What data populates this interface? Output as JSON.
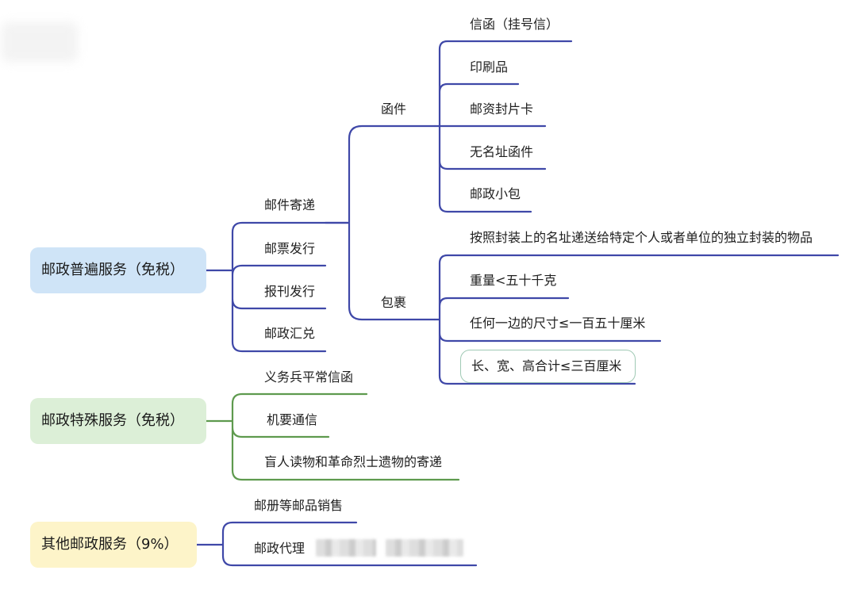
{
  "roots": {
    "universal": "邮政普遍服务（免税）",
    "special": "邮政特殊服务（免税）",
    "other": "其他邮政服务（9%）"
  },
  "universal": {
    "mail_delivery": "邮件寄递",
    "stamps": "邮票发行",
    "periodicals": "报刊发行",
    "remittance": "邮政汇兑",
    "letters": "函件",
    "parcels": "包裹",
    "letter_items": [
      "信函（挂号信）",
      "印刷品",
      "邮资封片卡",
      "无名址函件",
      "邮政小包"
    ],
    "parcel_items": [
      "按照封装上的名址递送给特定个人或者单位的独立封装的物品",
      "重量<五十千克",
      "任何一边的尺寸≤一百五十厘米",
      "长、宽、高合计≤三百厘米"
    ]
  },
  "special": {
    "items": [
      "义务兵平常信函",
      "机要通信",
      "盲人读物和革命烈士遗物的寄递"
    ]
  },
  "other": {
    "items": [
      "邮册等邮品销售",
      "邮政代理"
    ]
  },
  "colors": {
    "line_blue": "#3f48a8",
    "line_green": "#5e9a4e",
    "root_blue": "#cfe4f7",
    "root_green": "#dcefd7",
    "root_yellow": "#fdf4c9",
    "boxed_border": "#9fc9b4"
  }
}
